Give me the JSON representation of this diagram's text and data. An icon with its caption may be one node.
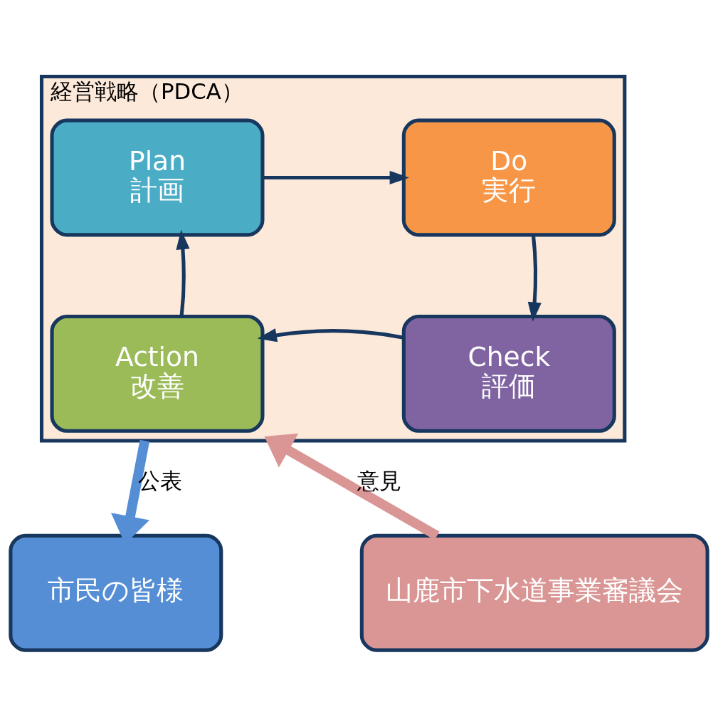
{
  "diagram": {
    "nodes": [
      {
        "text": [
          "経営戦略（PDCA）"
        ]
      },
      {
        "text": [
          "Plan",
          "計画"
        ],
        "in": 0
      },
      {
        "text": [
          "Do",
          "実行"
        ],
        "in": 0
      },
      {
        "text": [
          "Check",
          "評価"
        ],
        "in": 0
      },
      {
        "text": [
          "Action",
          "改善"
        ],
        "in": 0
      },
      {
        "text": [
          "市民の皆様"
        ]
      },
      {
        "text": [
          "山鹿市下水道事業審議会"
        ]
      }
    ],
    "edges": [
      {
        "from": 1,
        "to": 2,
        "arrow": "to"
      },
      {
        "from": 2,
        "to": 3,
        "arrow": "to"
      },
      {
        "from": 3,
        "to": 4,
        "arrow": "to"
      },
      {
        "from": 4,
        "to": 1,
        "arrow": "to"
      },
      {
        "from": 0,
        "to": 5,
        "arrow": "to",
        "label": "公表",
        "style": "thick",
        "color": "#558ed5"
      },
      {
        "from": 6,
        "to": 0,
        "arrow": "to",
        "label": "意見",
        "style": "thick",
        "color": "#d99694"
      }
    ]
  }
}
